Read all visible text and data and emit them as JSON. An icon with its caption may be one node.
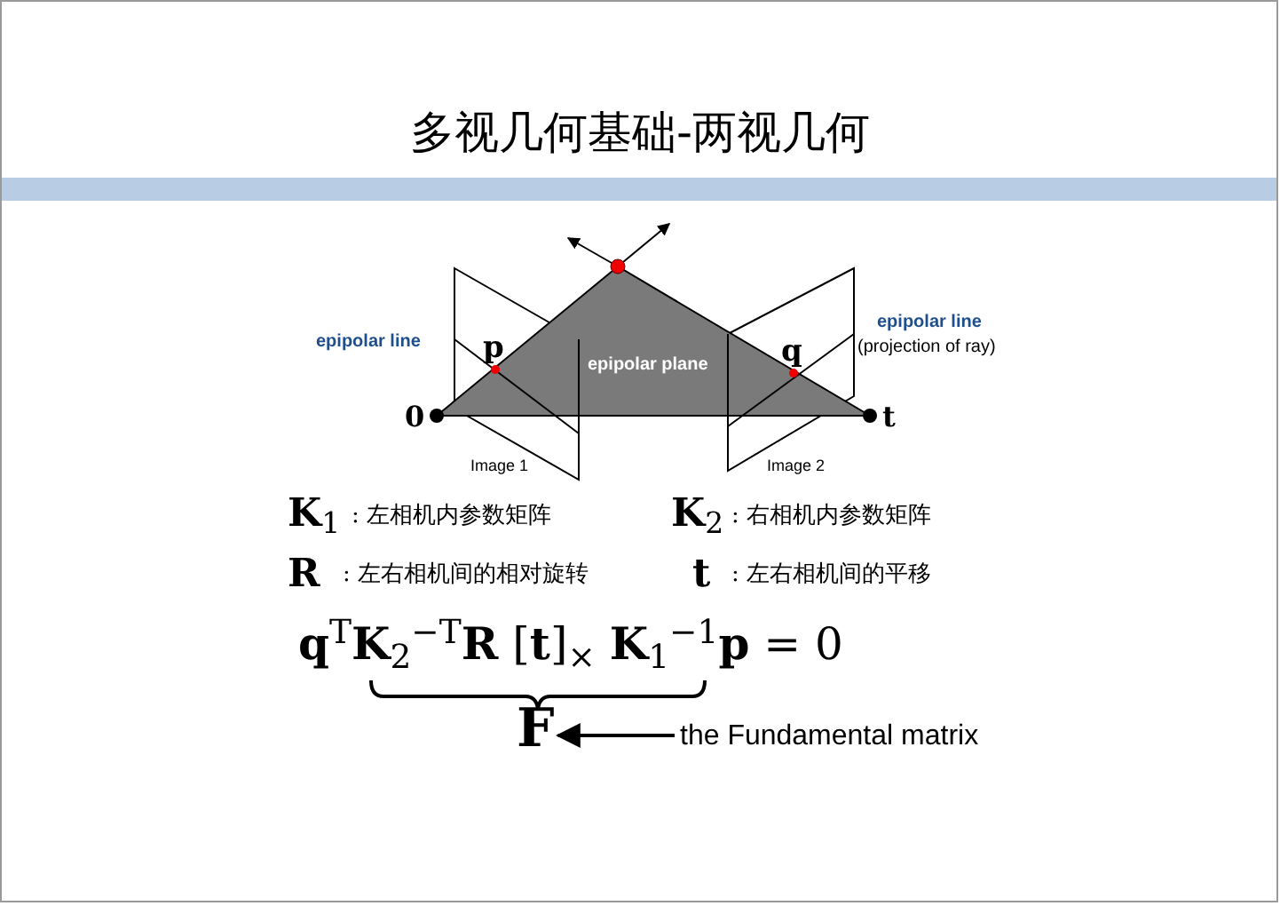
{
  "diagram": {
    "title": "多视几何基础-两视几何",
    "nodes": [
      {
        "text": [
          "F"
        ]
      },
      {
        "text": [
          "the Fundamental matrix"
        ]
      }
    ],
    "edges": [
      {
        "from": 1,
        "to": 0,
        "arrow": "to"
      }
    ],
    "labels": [
      "epipolar line",
      "p",
      "epipolar plane",
      "q",
      "epipolar line",
      "(projection of ray)",
      "0",
      "t",
      "Image 1",
      "Image 2",
      "**K**$_{1}$",
      ": 左相机内参数矩阵",
      "**K**$_{2}$",
      ": 右相机内参数矩阵",
      "**R**",
      ": 左右相机间的相对旋转",
      "**t**",
      ": 左右相机间的平移",
      "**q**$^{T}$**K**$_{2}$$^{−T}$**R** [**t**]$_{×}$ **K**$_{1}$$^{−1}$**p** = 0"
    ]
  }
}
